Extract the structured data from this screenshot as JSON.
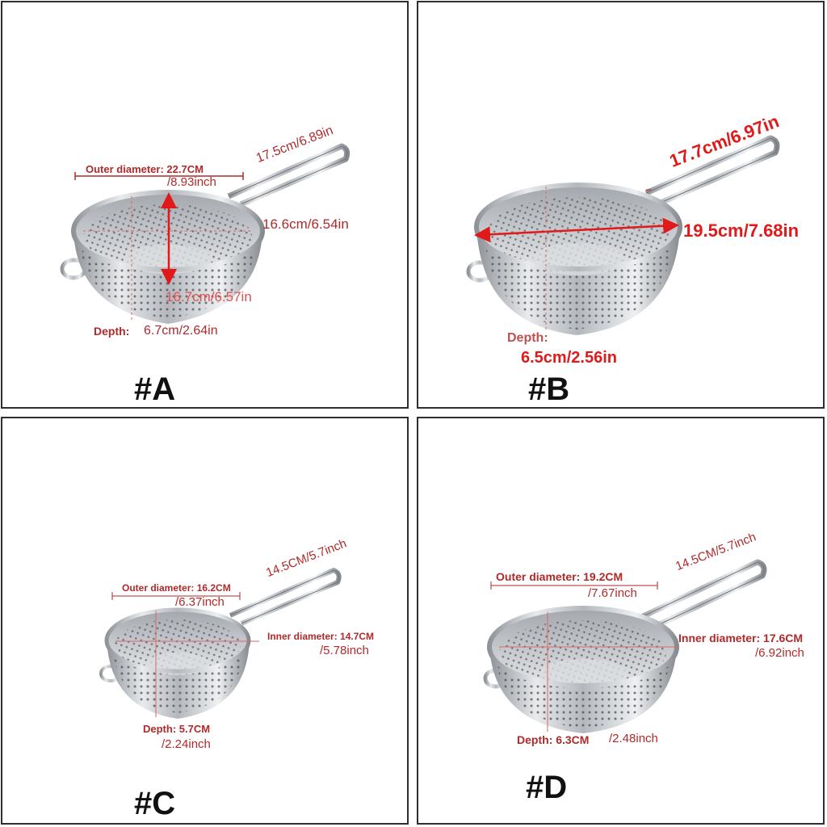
{
  "panels": {
    "a": {
      "id_label": "#A",
      "outer_diameter_label": "Outer diameter: 22.7CM",
      "outer_diameter_inch": "/8.93inch",
      "handle": "17.5cm/6.89in",
      "inner": "16.6cm/6.54in",
      "vertical": "16.7cm/6.57in",
      "depth_label": "Depth:",
      "depth_value": "6.7cm/2.64in"
    },
    "b": {
      "id_label": "#B",
      "handle": "17.7cm/6.97in",
      "diameter": "19.5cm/7.68in",
      "depth_label": "Depth:",
      "depth_value": "6.5cm/2.56in"
    },
    "c": {
      "id_label": "#C",
      "outer_diameter_label": "Outer diameter: 16.2CM",
      "outer_diameter_inch": "/6.37inch",
      "handle": "14.5CM/5.7inch",
      "inner_diameter_label": "Inner diameter: 14.7CM",
      "inner_diameter_inch": "/5.78inch",
      "depth_label": "Depth: 5.7CM",
      "depth_inch": "/2.24inch"
    },
    "d": {
      "id_label": "#D",
      "outer_diameter_label": "Outer diameter: 19.2CM",
      "outer_diameter_inch": "/7.67inch",
      "handle": "14.5CM/5.7inch",
      "inner_diameter_label": "Inner diameter: 17.6CM",
      "inner_diameter_inch": "/6.92inch",
      "depth_label": "Depth: 6.3CM",
      "depth_inch": "/2.48inch"
    }
  },
  "colors": {
    "label": "#b02a2a",
    "arrow": "#e01a1a",
    "steel": "#c9ccd0",
    "border": "#2e2e2e"
  },
  "icons": {
    "product": "stainless-steel-colander-icon"
  }
}
